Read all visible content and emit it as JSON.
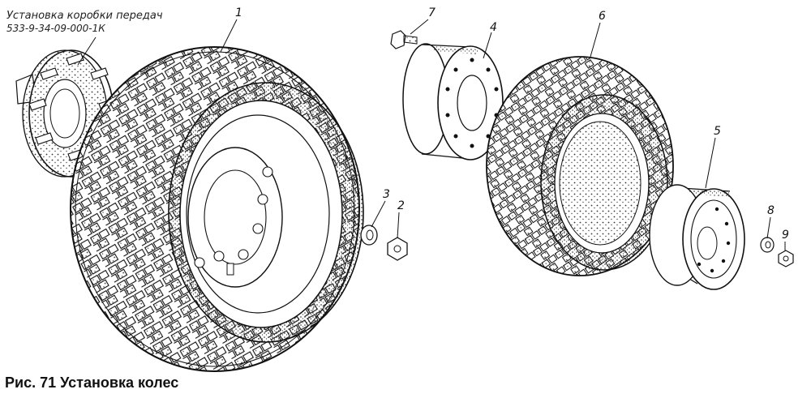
{
  "annotation": {
    "line1": "Установка коробки передач",
    "line2": "533-9-34-09-000-1К"
  },
  "callouts": [
    "1",
    "2",
    "3",
    "4",
    "5",
    "6",
    "7",
    "8",
    "9"
  ],
  "caption": "Рис. 71 Установка колес"
}
